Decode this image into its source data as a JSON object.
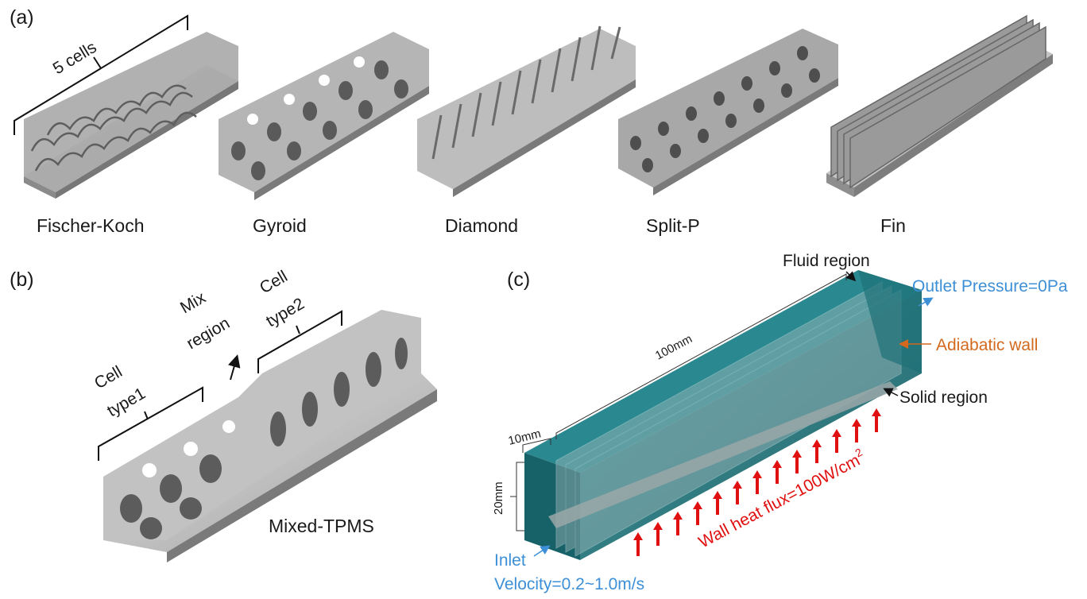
{
  "panel_a": {
    "label": "(a)",
    "bracket_text": "5 cells",
    "captions": [
      "Fischer-Koch",
      "Gyroid",
      "Diamond",
      "Split-P",
      "Fin"
    ]
  },
  "panel_b": {
    "label": "(b)",
    "cell_type1": [
      "Cell",
      "type1"
    ],
    "mix_region": [
      "Mix",
      "region"
    ],
    "cell_type2": [
      "Cell",
      "type2"
    ],
    "caption": "Mixed-TPMS"
  },
  "panel_c": {
    "label": "(c)",
    "fluid_region": "Fluid region",
    "outlet": "Outlet Pressure=0Pa",
    "adiabatic": "Adiabatic wall",
    "solid_region": "Solid region",
    "dim_length": "100mm",
    "dim_width": "10mm",
    "dim_height": "20mm",
    "heat_flux": "Wall heat flux=100W/cm",
    "heat_flux_exp": "2",
    "inlet": "Inlet",
    "velocity": "Velocity=0.2~1.0m/s"
  },
  "colors": {
    "metal": "#b9b9b9",
    "fluid": "#1d6f76",
    "annotation_blue": "#3d8fd6",
    "annotation_orange": "#d2691e",
    "arrow_red": "#e01010"
  }
}
